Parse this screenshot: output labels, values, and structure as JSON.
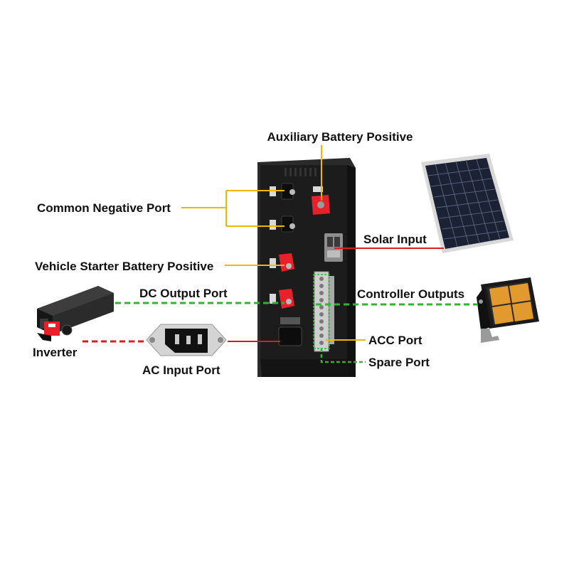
{
  "labels": {
    "aux_battery_positive": "Auxiliary Battery Positive",
    "common_negative_port": "Common Negative Port",
    "vehicle_starter_battery_positive": "Vehicle Starter Battery Positive",
    "dc_output_port": "DC Output Port",
    "inverter": "Inverter",
    "ac_input_port": "AC Input Port",
    "solar_input": "Solar Input",
    "controller_outputs": "Controller Outputs",
    "acc_port": "ACC Port",
    "spare_port": "Spare Port"
  },
  "colors": {
    "leader_yellow": "#f2b705",
    "leader_red": "#d81e1e",
    "leader_green": "#34b233",
    "unit_body": "#1c1c1c",
    "terminal_red": "#e8202a"
  },
  "icons": [
    "inverter-icon",
    "ac-inlet-icon",
    "solar-panel-icon",
    "work-light-icon",
    "power-unit-icon"
  ]
}
